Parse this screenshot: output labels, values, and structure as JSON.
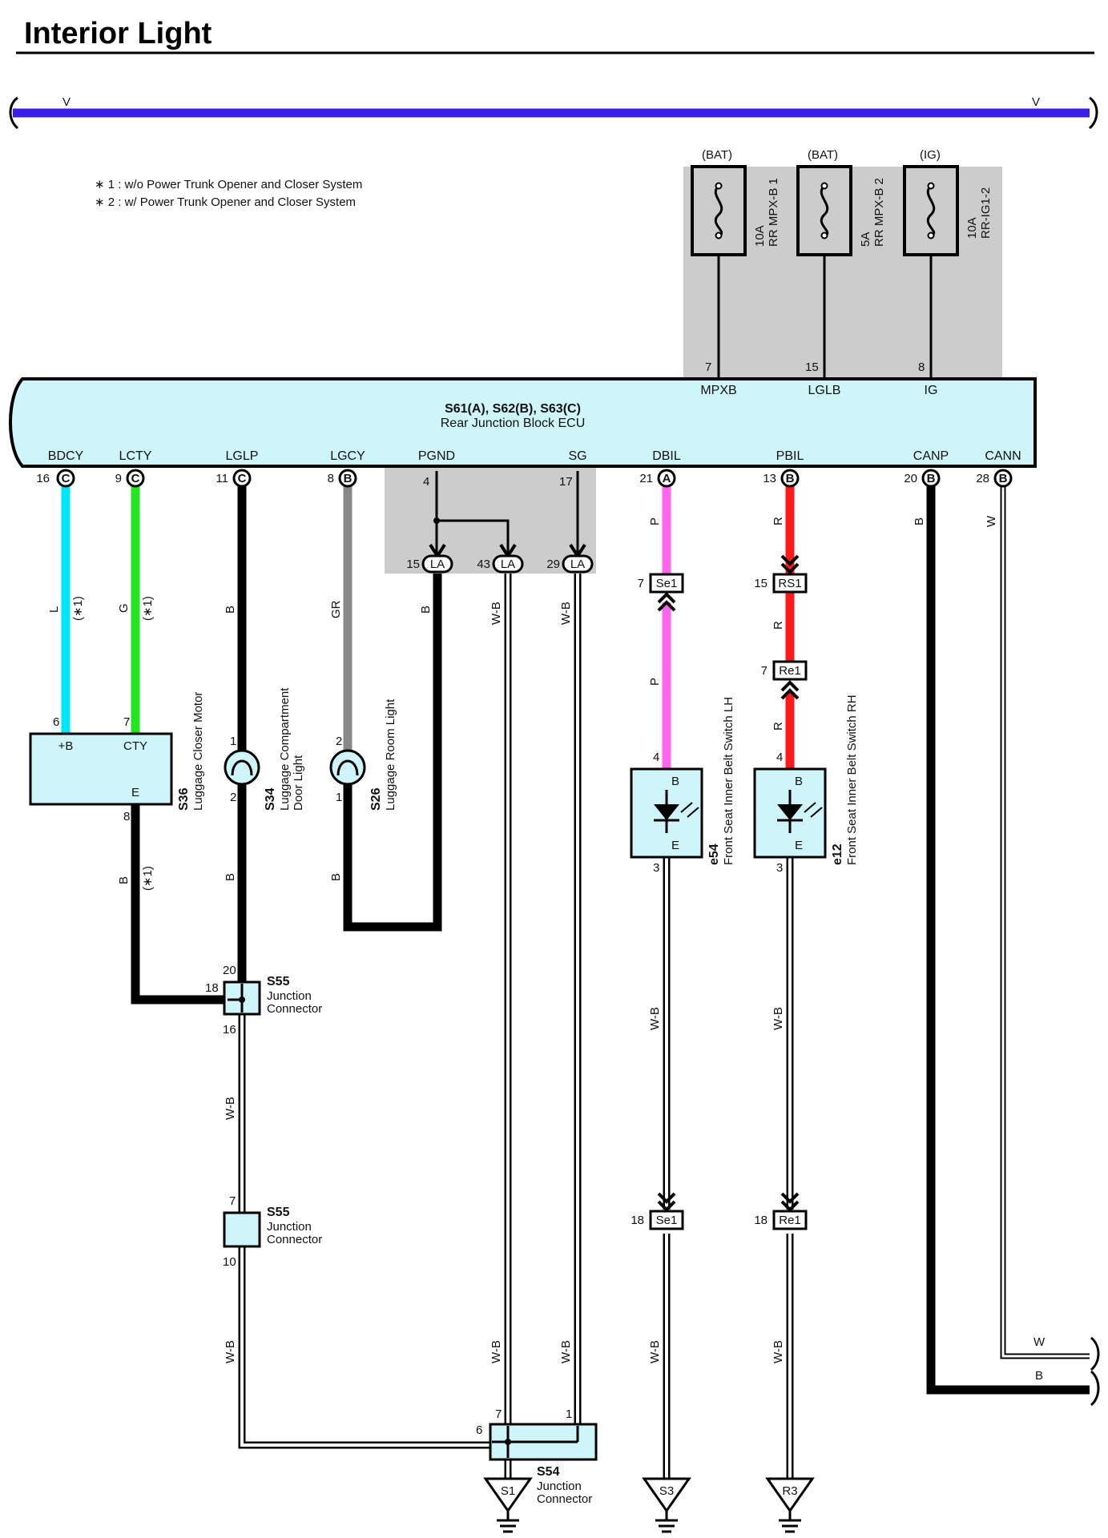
{
  "title": "Interior Light",
  "notes": {
    "n1": "∗ 1 : w/o Power Trunk Opener and Closer System",
    "n2": "∗ 2 : w/ Power Trunk Opener and Closer System"
  },
  "colors": {
    "V": "#3a1ee8",
    "L": "#00e5f5",
    "G": "#22e622",
    "B": "#000000",
    "GR": "#888888",
    "P": "#ff66ee",
    "R": "#ff1a1a",
    "box_fill": "#cdf5fa",
    "shade": "#cccccc"
  },
  "bus": {
    "left_label": "V",
    "right_label": "V"
  },
  "fuses": [
    {
      "supply": "(BAT)",
      "amp": "10A",
      "name": "RR MPX-B 1",
      "pin": "7",
      "terminal": "MPXB"
    },
    {
      "supply": "(BAT)",
      "amp": "5A",
      "name": "RR MPX-B 2",
      "pin": "15",
      "terminal": "LGLB"
    },
    {
      "supply": "(IG)",
      "amp": "10A",
      "name": "RR-IG1-2",
      "pin": "8",
      "terminal": "IG"
    }
  ],
  "ecu": {
    "name": "S61(A), S62(B), S63(C)",
    "desc": "Rear Junction Block ECU",
    "terminals": [
      {
        "name": "BDCY",
        "pin": "16",
        "conn": "C"
      },
      {
        "name": "LCTY",
        "pin": "9",
        "conn": "C"
      },
      {
        "name": "LGLP",
        "pin": "11",
        "conn": "C"
      },
      {
        "name": "LGCY",
        "pin": "8",
        "conn": "B"
      },
      {
        "name": "PGND",
        "pin": "4",
        "conn": ""
      },
      {
        "name": "SG",
        "pin": "17",
        "conn": ""
      },
      {
        "name": "DBIL",
        "pin": "21",
        "conn": "A"
      },
      {
        "name": "PBIL",
        "pin": "13",
        "conn": "B"
      },
      {
        "name": "CANP",
        "pin": "20",
        "conn": "B"
      },
      {
        "name": "CANN",
        "pin": "28",
        "conn": "B"
      }
    ]
  },
  "la_pins": [
    {
      "pin": "15",
      "conn": "LA"
    },
    {
      "pin": "43",
      "conn": "LA"
    },
    {
      "pin": "29",
      "conn": "LA"
    }
  ],
  "wire_labels": {
    "L": "L",
    "G": "G",
    "B": "B",
    "GR": "GR",
    "P": "P",
    "R": "R",
    "WB": "W-B",
    "W": "W",
    "star1": "(∗1)"
  },
  "connectors": {
    "se1_top": {
      "pin": "7",
      "name": "Se1"
    },
    "rs1": {
      "pin": "15",
      "name": "RS1"
    },
    "re1_top": {
      "pin": "7",
      "name": "Re1"
    },
    "se1_bot": {
      "pin": "18",
      "name": "Se1"
    },
    "re1_bot": {
      "pin": "18",
      "name": "Re1"
    }
  },
  "components": {
    "s36": {
      "code": "S36",
      "name": "Luggage Closer Motor",
      "pin_b": "6",
      "pin_cty": "7",
      "pin_e": "8",
      "t_b": "+B",
      "t_cty": "CTY",
      "t_e": "E"
    },
    "s34": {
      "code": "S34",
      "name1": "Luggage Compartment",
      "name2": "Door Light",
      "pin_top": "1",
      "pin_bot": "2"
    },
    "s26": {
      "code": "S26",
      "name": "Luggage Room Light",
      "pin_top": "2",
      "pin_bot": "1"
    },
    "e54": {
      "code": "e54",
      "name": "Front Seat Inner Belt Switch LH",
      "pin_top": "4",
      "pin_bot": "3",
      "t_b": "B",
      "t_e": "E"
    },
    "e12": {
      "code": "e12",
      "name": "Front Seat Inner Belt Switch RH",
      "pin_top": "4",
      "pin_bot": "3",
      "t_b": "B",
      "t_e": "E"
    },
    "s55a": {
      "code": "S55",
      "line1": "Junction",
      "line2": "Connector",
      "pin_top": "20",
      "pin_left": "18",
      "pin_bot": "16"
    },
    "s55b": {
      "code": "S55",
      "line1": "Junction",
      "line2": "Connector",
      "pin_top": "7",
      "pin_bot": "10"
    },
    "s54": {
      "code": "S54",
      "line1": "Junction",
      "line2": "Connector",
      "pin_left": "6",
      "pin_mid": "7",
      "pin_right": "1"
    }
  },
  "grounds": [
    {
      "name": "S1"
    },
    {
      "name": "S3"
    },
    {
      "name": "R3"
    }
  ],
  "right_exits": {
    "w": "W",
    "b": "B"
  }
}
